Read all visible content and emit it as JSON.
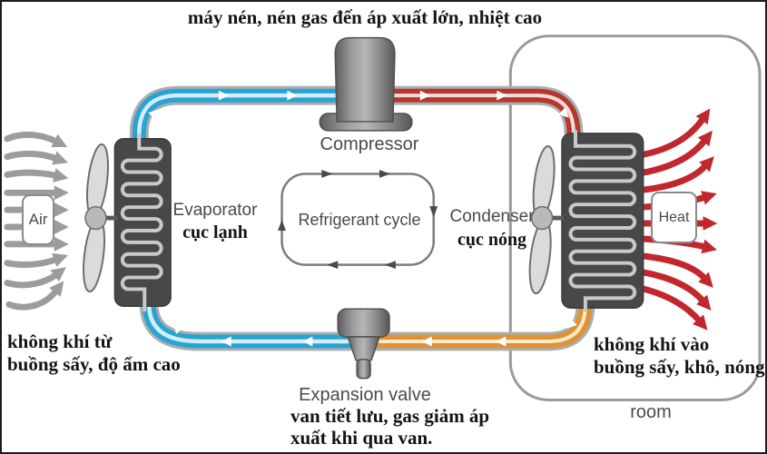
{
  "header": {
    "title": "máy nén, nén gas đến áp xuất lớn, nhiệt cao"
  },
  "components": {
    "compressor": {
      "label": "Compressor"
    },
    "evaporator": {
      "label": "Evaporator",
      "label_vi": "cục lạnh"
    },
    "condenser": {
      "label": "Condenser",
      "label_vi": "cục nóng"
    },
    "refrigerant_cycle": {
      "label": "Refrigerant cycle"
    },
    "expansion_valve": {
      "label": "Expansion valve",
      "note_vi_line1": "van tiết lưu, gas giảm áp",
      "note_vi_line2": "xuất khi qua van."
    },
    "air": {
      "label": "Air"
    },
    "heat": {
      "label": "Heat"
    },
    "room": {
      "label": "room"
    }
  },
  "annotations": {
    "air_inlet": {
      "line1": "không khí từ",
      "line2": "buồng sấy, độ ẩm cao"
    },
    "air_outlet": {
      "line1": "không khí vào",
      "line2": "buồng sấy, khô, nóng"
    }
  },
  "colors": {
    "cold_pipe": "#2BA3D2",
    "cold_pipe_core": "#CFEFFA",
    "hot_pipe": "#B5372E",
    "hot_pipe_core": "#F4DBD5",
    "warm_pipe": "#DD9336",
    "warm_pipe_core": "#FAE9C8",
    "pipe_outline": "#A9AEAE",
    "air_arrow": "#9C9C9C",
    "heat_arrow": "#C1272D",
    "coil_body": "#48484B",
    "coil_tube": "#C9C9C9",
    "room_border": "#9A9A9A"
  }
}
